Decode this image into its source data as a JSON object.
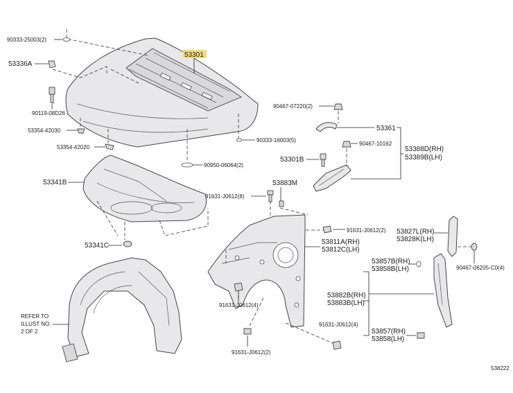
{
  "highlight_color": "#f5dc78",
  "labels": {
    "l53301": "53301",
    "l90333_25003": "90333-25003(2)",
    "l53336A": "53336A",
    "l90119_08D26": "90119-08D26",
    "l53354_42030": "53354-42030",
    "l53354_42020": "53354-42020",
    "l90333_16003": "90333-16003(5)",
    "l90950_06064": "90950-06064(2)",
    "l53341B": "53341B",
    "l53341C": "53341C",
    "l90467_07220": "90467-07220(2)",
    "l53361": "53361",
    "l90467_10162": "90467-10162",
    "l53388D": "53388D(RH)",
    "l53389B": "53389B(LH)",
    "l53301B": "53301B",
    "l53883M": "53883M",
    "l91631_J0612_8": "91631-J0612(8)",
    "l91631_J0612_2a": "91631-J0612(2)",
    "l53827L": "53827L(RH)",
    "l53828K": "53828K(LH)",
    "l53811A": "53811A(RH)",
    "l53812C": "53812C(LH)",
    "l90467_06205": "90467-06205-C0(4)",
    "l53857B": "53857B(RH)",
    "l53858B": "53858B(LH)",
    "l53882B": "53882B(RH)",
    "l53883B": "53883B(LH)",
    "l91631_J0612_4a": "91631-J0612(4)",
    "l91631_J0612_4b": "91631-J0612(4)",
    "l53857": "53857(RH)",
    "l53858": "53858(LH)",
    "l91631_J0612_2b": "91631-J0612(2)",
    "refer1": "REFER TO",
    "refer2": "ILLUST NO.",
    "refer3": "2 OF 2",
    "figure_no": "538222"
  }
}
